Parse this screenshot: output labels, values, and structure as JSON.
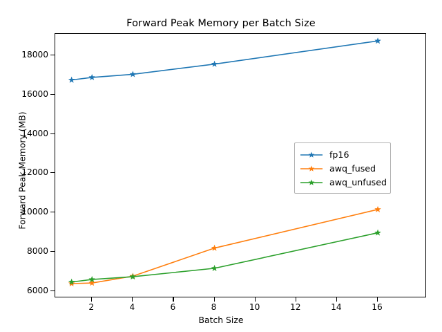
{
  "chart_data": {
    "type": "line",
    "title": "Forward Peak Memory per Batch Size",
    "xlabel": "Batch Size",
    "ylabel": "Forward Peak Memory (MB)",
    "x": [
      1,
      2,
      4,
      8,
      16
    ],
    "xlim": [
      0.2,
      18.4
    ],
    "ylim": [
      5630,
      19100
    ],
    "xticks": [
      2,
      4,
      6,
      8,
      10,
      12,
      14,
      16
    ],
    "xticklabels": [
      "2",
      "4",
      "6",
      "8",
      "10",
      "12",
      "14",
      "16"
    ],
    "yticks": [
      6000,
      8000,
      10000,
      12000,
      14000,
      16000,
      18000
    ],
    "yticklabels": [
      "6000",
      "8000",
      "10000",
      "12000",
      "14000",
      "16000",
      "18000"
    ],
    "grid": false,
    "marker": "star",
    "legend_position": "center right",
    "series": [
      {
        "name": "fp16",
        "color": "#1f77b4",
        "values": [
          16750,
          16880,
          17040,
          17560,
          18740
        ]
      },
      {
        "name": "awq_fused",
        "color": "#ff7f0e",
        "values": [
          6370,
          6400,
          6750,
          8180,
          10150
        ]
      },
      {
        "name": "awq_unfused",
        "color": "#2ca02c",
        "values": [
          6450,
          6580,
          6720,
          7150,
          8960
        ]
      }
    ]
  },
  "legend": {
    "items": [
      {
        "label": "fp16"
      },
      {
        "label": "awq_fused"
      },
      {
        "label": "awq_unfused"
      }
    ]
  }
}
